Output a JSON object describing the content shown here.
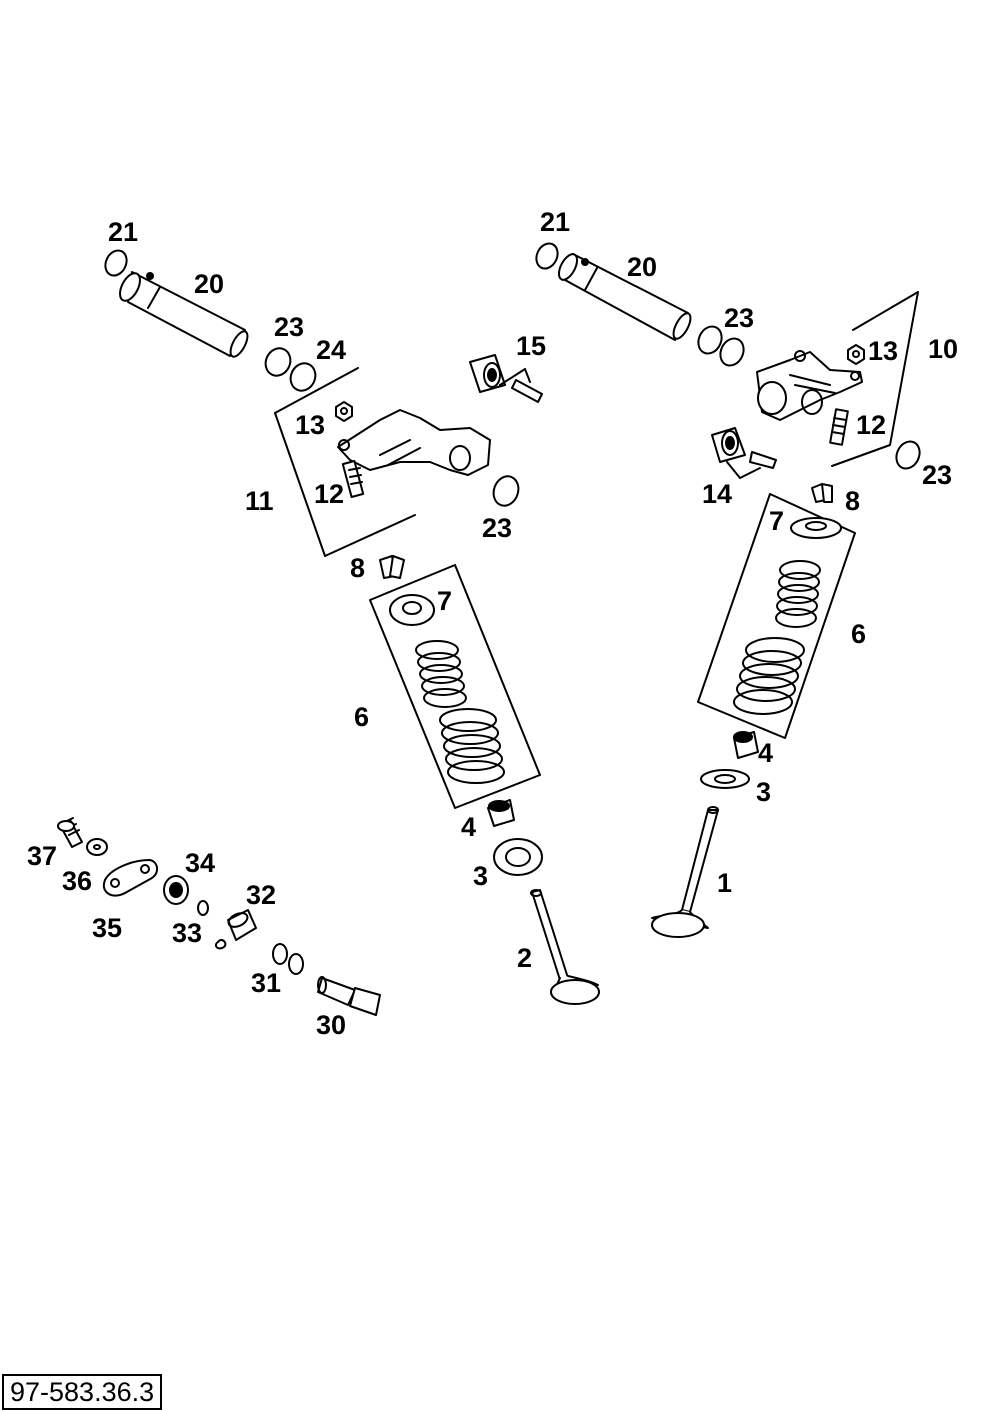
{
  "diagram": {
    "reference_number": "97-583.36.3",
    "labels": [
      "1",
      "2",
      "3",
      "3",
      "4",
      "4",
      "6",
      "6",
      "7",
      "7",
      "8",
      "8",
      "10",
      "11",
      "12",
      "12",
      "13",
      "13",
      "14",
      "15",
      "20",
      "20",
      "21",
      "21",
      "23",
      "23",
      "23",
      "23",
      "24",
      "30",
      "31",
      "32",
      "33",
      "34",
      "35",
      "36",
      "37"
    ]
  }
}
